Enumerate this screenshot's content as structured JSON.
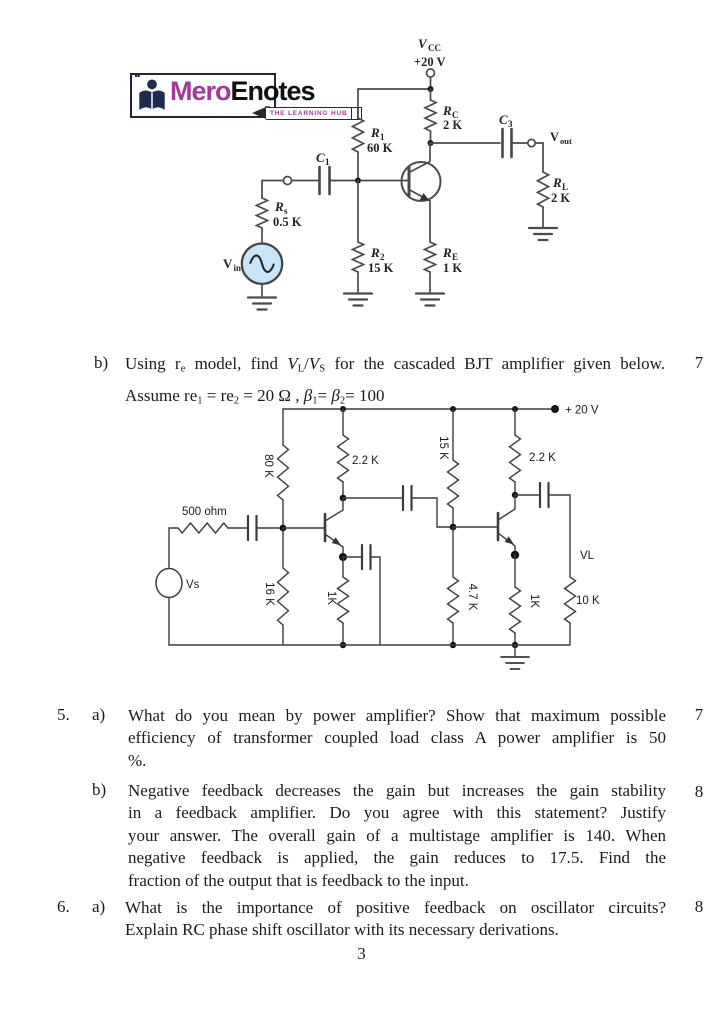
{
  "logo": {
    "brand_a": "Mero",
    "brand_b": "Enotes",
    "tagline": "THE LEARNING HUB",
    "quote_open": "❝",
    "quote_close": "❞",
    "colors": {
      "purple": "#a23a9e",
      "navy": "#1d2b4e"
    }
  },
  "circuit1": {
    "labels": {
      "vcc": "V",
      "vcc_sub": "CC",
      "vcc_val": "+20 V",
      "r1": "R",
      "r1_sub": "1",
      "r1_val": "60 K",
      "rc": "R",
      "rc_sub": "C",
      "rc_val": "2 K",
      "c1": "C",
      "c1_sub": "1",
      "c3": "C",
      "c3_sub": "3",
      "rs": "R",
      "rs_sub": "s",
      "rs_val": "0.5 K",
      "r2": "R",
      "r2_sub": "2",
      "r2_val": "15 K",
      "re": "R",
      "re_sub": "E",
      "re_val": "1 K",
      "rl": "R",
      "rl_sub": "L",
      "rl_val": "2 K",
      "vin": "V",
      "vin_sub": "in",
      "vout": "V",
      "vout_sub": "out"
    },
    "colors": {
      "source_fill": "#c8e6f7"
    }
  },
  "circuit2": {
    "labels": {
      "supply": "+ 20 V",
      "rb1": "80 K",
      "rc1": "2.2 K",
      "rb2": "15 K",
      "rc2": "2.2 K",
      "rin": "500 ohm",
      "vs": "Vs",
      "r16": "16 K",
      "re1": "1K",
      "r47": "4.7 K",
      "re2": "1K",
      "rload": "10 K",
      "vl": "VL"
    }
  },
  "qb": {
    "label": "b)",
    "marks": "7",
    "l1": [
      "Using r",
      "e",
      " model, find ",
      "V",
      "L",
      "/",
      "V",
      "S",
      " for the cascaded BJT amplifier given below."
    ],
    "l2": [
      "Assume re",
      "1",
      " = re",
      "2",
      " = 20 Ω , ",
      "β",
      "1",
      "= ",
      "β",
      "2",
      "= 100"
    ]
  },
  "q5": {
    "number": "5.",
    "a": {
      "label": "a)",
      "marks": "7",
      "lines": [
        "What do you mean by power amplifier? Show that maximum possible",
        "efficiency of transformer coupled load class A power amplifier is 50",
        "%."
      ]
    },
    "b": {
      "label": "b)",
      "marks": "8",
      "lines": [
        "Negative feedback decreases the gain but increases the gain stability",
        "in a feedback amplifier. Do you agree with this statement? Justify",
        "your answer.  The overall gain of a multistage amplifier is 140. When",
        "negative feedback is applied, the gain reduces to 17.5. Find the",
        "fraction of the output that is feedback to the input."
      ]
    }
  },
  "q6": {
    "number": "6.",
    "a": {
      "label": "a)",
      "marks": "8",
      "lines": [
        "What is the importance of positive feedback on oscillator circuits?",
        "Explain RC phase shift oscillator with its necessary derivations."
      ]
    }
  },
  "footer": {
    "page_number": "3"
  }
}
